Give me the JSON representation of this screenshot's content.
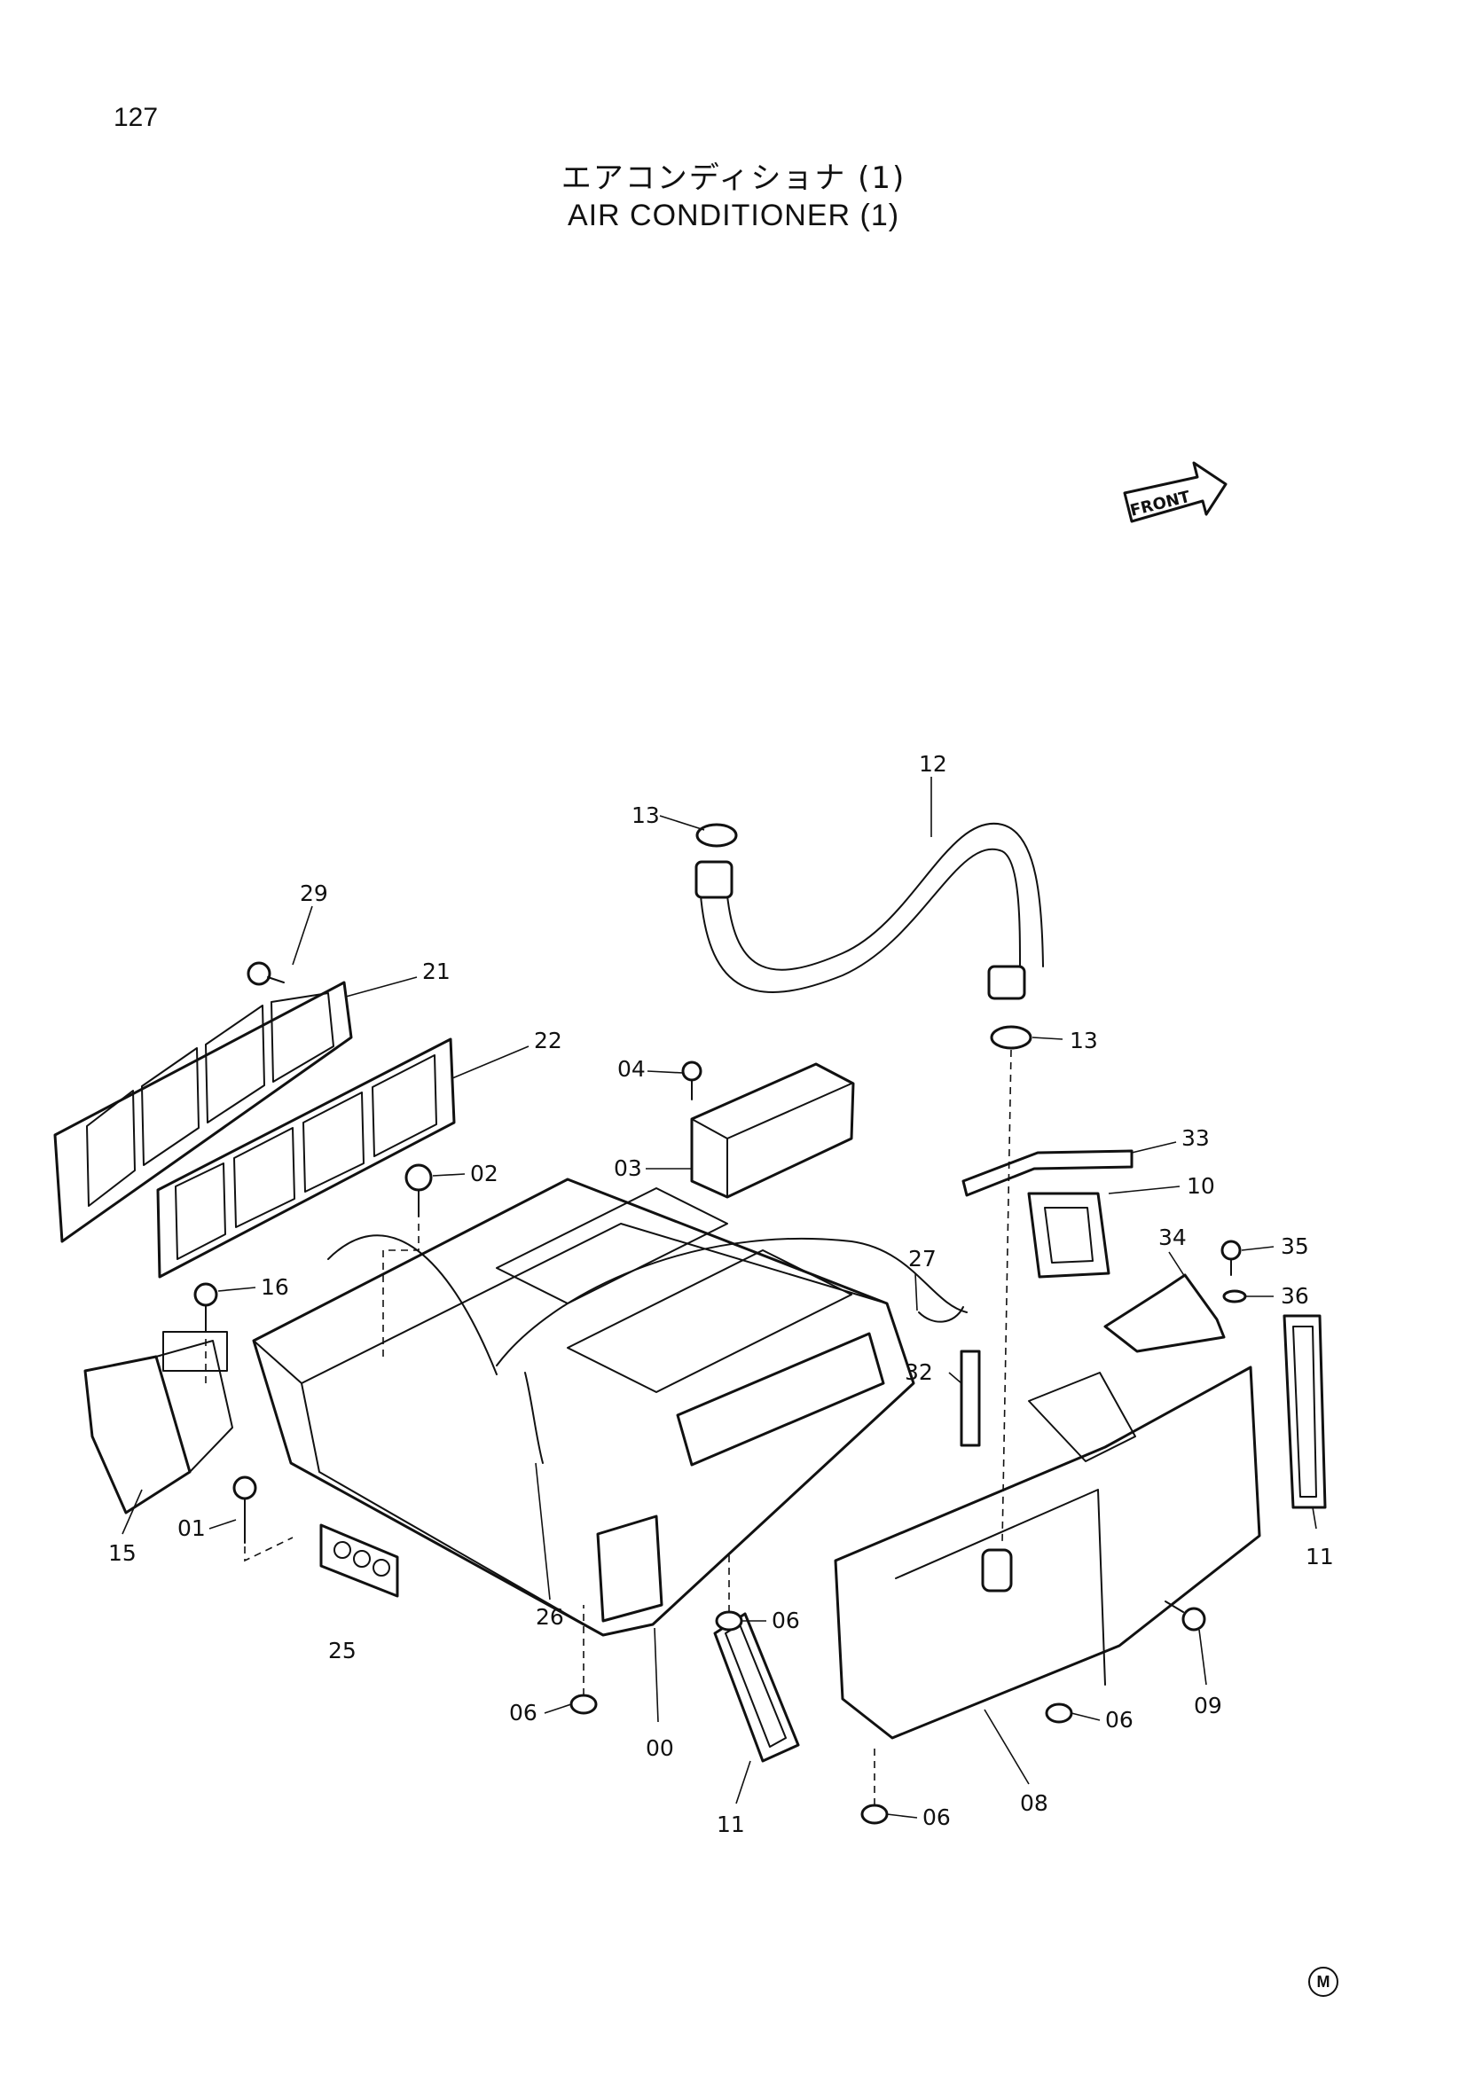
{
  "page": {
    "number": "127",
    "title_jp": "エアコンディショナ (1)",
    "title_en": "AIR CONDITIONER (1)",
    "corner_mark": "M"
  },
  "diagram": {
    "front_label": "FRONT",
    "callouts": {
      "c12": "12",
      "c13a": "13",
      "c13b": "13",
      "c29": "29",
      "c21": "21",
      "c22": "22",
      "c04": "04",
      "c03": "03",
      "c02": "02",
      "c16": "16",
      "c15": "15",
      "c01": "01",
      "c25": "25",
      "c26": "26",
      "c27": "27",
      "c32": "32",
      "c33": "33",
      "c10": "10",
      "c34": "34",
      "c35": "35",
      "c36": "36",
      "c11a": "11",
      "c11b": "11",
      "c06a": "06",
      "c06b": "06",
      "c06c": "06",
      "c06d": "06",
      "c00": "00",
      "c08": "08",
      "c09": "09"
    }
  }
}
